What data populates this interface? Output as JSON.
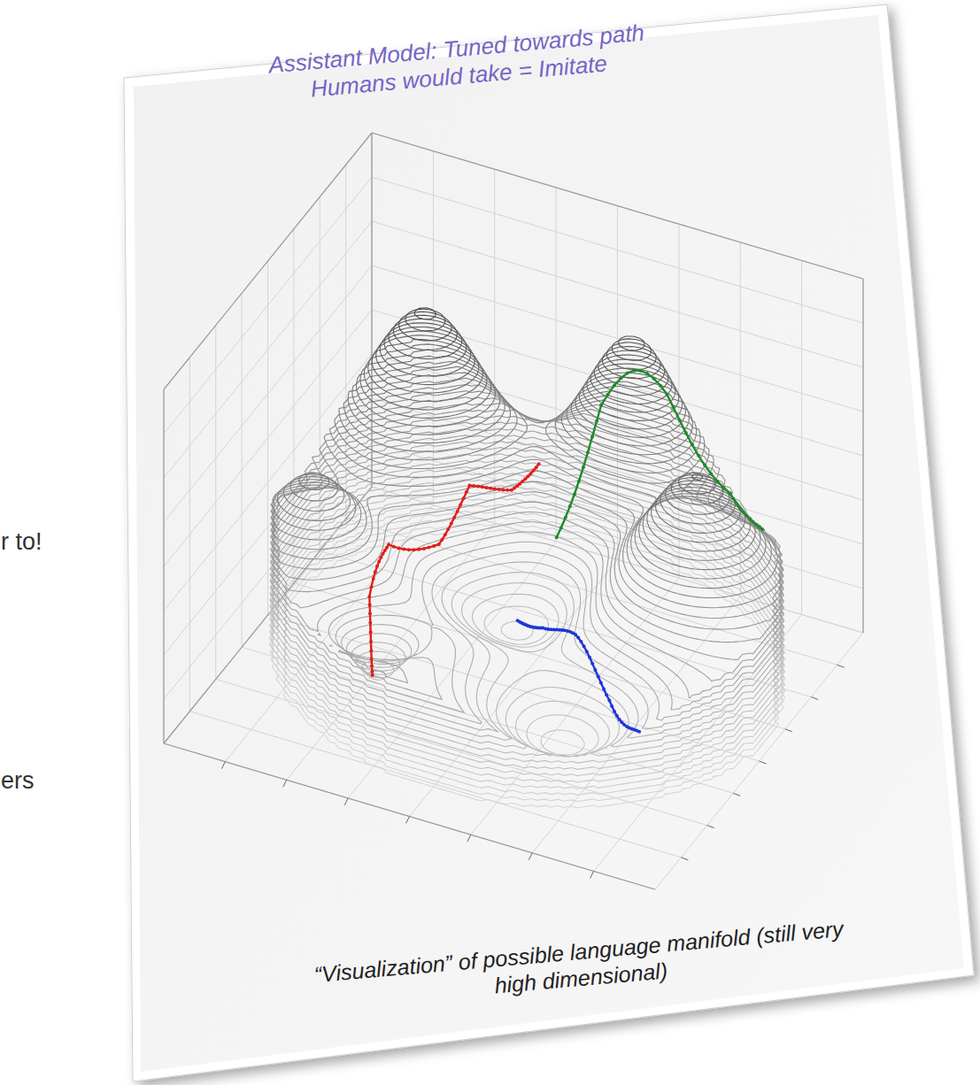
{
  "diagram": {
    "title": "Assistant Model: Tuned towards path Humans would take = Imitate",
    "caption": "“Visualization” of possible language manifold (still very high dimensional)",
    "labels": [
      "r to!",
      "ers"
    ]
  }
}
